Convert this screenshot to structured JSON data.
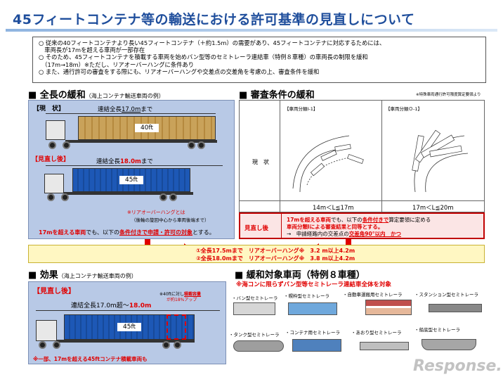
{
  "title": "45フィートコンテナ等の輸送における許可基準の見直しについて",
  "intro": [
    "○ 従来の40フィートコンテナより長い45フィートコンテナ（＋約1.5m）の需要があり、45フィートコンテナに対応するためには、",
    "　車両長が17mを超える車両が一部存在",
    "○ そのため、45フィートコンテナを積載する車両を始めバン型等のセミトレーラ連結車（特例８車種）の車両長の制限を緩和",
    "　（17m→18m）※ただし、リアオーバーハングに条件あり",
    "○ また、通行許可の審査をする際にも、リアオーバーハングや交差点の交差角を考慮の上、審査条件を緩和"
  ],
  "length": {
    "heading": "■ 全長の緩和",
    "heading_note": "（海上コンテナ輸送車両の例）",
    "current_tag": "【現　状】",
    "current_dim_prefix": "連結全長",
    "current_dim_value": "17.0m",
    "current_dim_suffix": "まで",
    "current_cargo": "40ft",
    "after_tag": "【見直し後】",
    "after_dim_prefix": "連結全長",
    "after_dim_value": "18.0m",
    "after_dim_suffix": "まで",
    "after_cargo": "45ft",
    "rear_note_1": "※リアオーバーハングとは",
    "rear_note_2": "（後軸の旋回中心から車両後端まで）",
    "bottom_note_prefix": "17mを超える車両",
    "bottom_note_mid": "でも、以下の",
    "bottom_note_cond": "条件付きで申請・許可の対象",
    "bottom_note_suffix": "とする。"
  },
  "review": {
    "heading": "■ 審査条件の緩和",
    "source_note": "※特殊車両通行許可限度算定要領より",
    "col1_head": "【車両分類Ⅰ-1】",
    "col2_head": "【車両分類Ｏ-1】",
    "row_label": "現　状",
    "col1_range": "14m＜L≦17m",
    "col2_range": "17m＜L≦20m",
    "after_label": "見直し後",
    "after_text_1a": "17mを超える車両",
    "after_text_1b": "でも、以下の",
    "after_text_1c": "条件付きで",
    "after_text_1d": "算定要領に定める",
    "after_text_2": "車両分類Ⅰによる審査結果と同等とする。",
    "after_text_3a": "→　申請経路内の交差点の",
    "after_text_3b": "交差角90°以内　かつ"
  },
  "conditions": {
    "line1": "①全長17.5mまで　リアオーバーハング※　3.2 m以上4.2m",
    "line2": "②全長18.0mまで　リアオーバーハング※　3.8 m以上4.2m"
  },
  "effect": {
    "heading": "■ 効果",
    "heading_note": "（海上コンテナ輸送車両の例）",
    "after_tag": "【見直し後】",
    "capacity_note_1": "※40ftに対し",
    "capacity_note_2": "積載容量",
    "capacity_note_3": "が約18%アップ",
    "dim_prefix": "連結全長17.0m超～",
    "dim_value": "18.0m",
    "cargo": "45ft",
    "bottom_note": "※一部、17mを超える45ftコンテナ積載車両も"
  },
  "vehicles": {
    "heading": "■ 緩和対象車両（特例８車種）",
    "subheading": "※海コンに限らずバン型等セミトレーラ連結車全体を対象",
    "items": [
      "・バン型セミトレーラ",
      "・幌枠型セミトレーラ",
      "・自動車運搬用セミトレーラ",
      "・スタンション型セミトレーラ",
      "・タンク型セミトレーラ",
      "・コンテナ用セミトレーラ",
      "・あおり型セミトレーラ",
      "・船底型セミトレーラ"
    ]
  },
  "watermark": "Response."
}
